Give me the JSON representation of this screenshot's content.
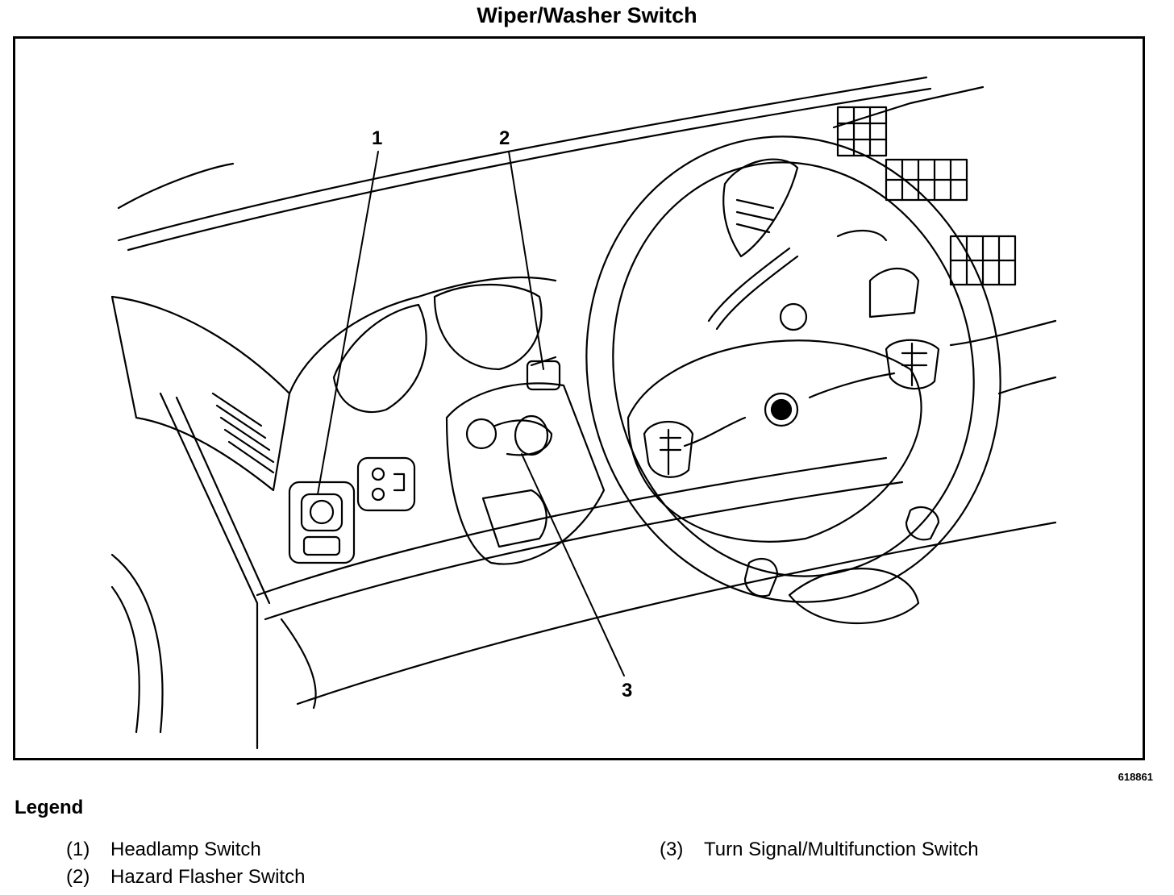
{
  "title": "Wiper/Washer Switch",
  "figure_id": "618861",
  "callouts": [
    "1",
    "2",
    "3"
  ],
  "legend": {
    "title": "Legend",
    "items": [
      {
        "num": "(1)",
        "label": "Headlamp Switch"
      },
      {
        "num": "(2)",
        "label": "Hazard Flasher Switch"
      },
      {
        "num": "(3)",
        "label": "Turn Signal/Multifunction Switch"
      }
    ]
  }
}
